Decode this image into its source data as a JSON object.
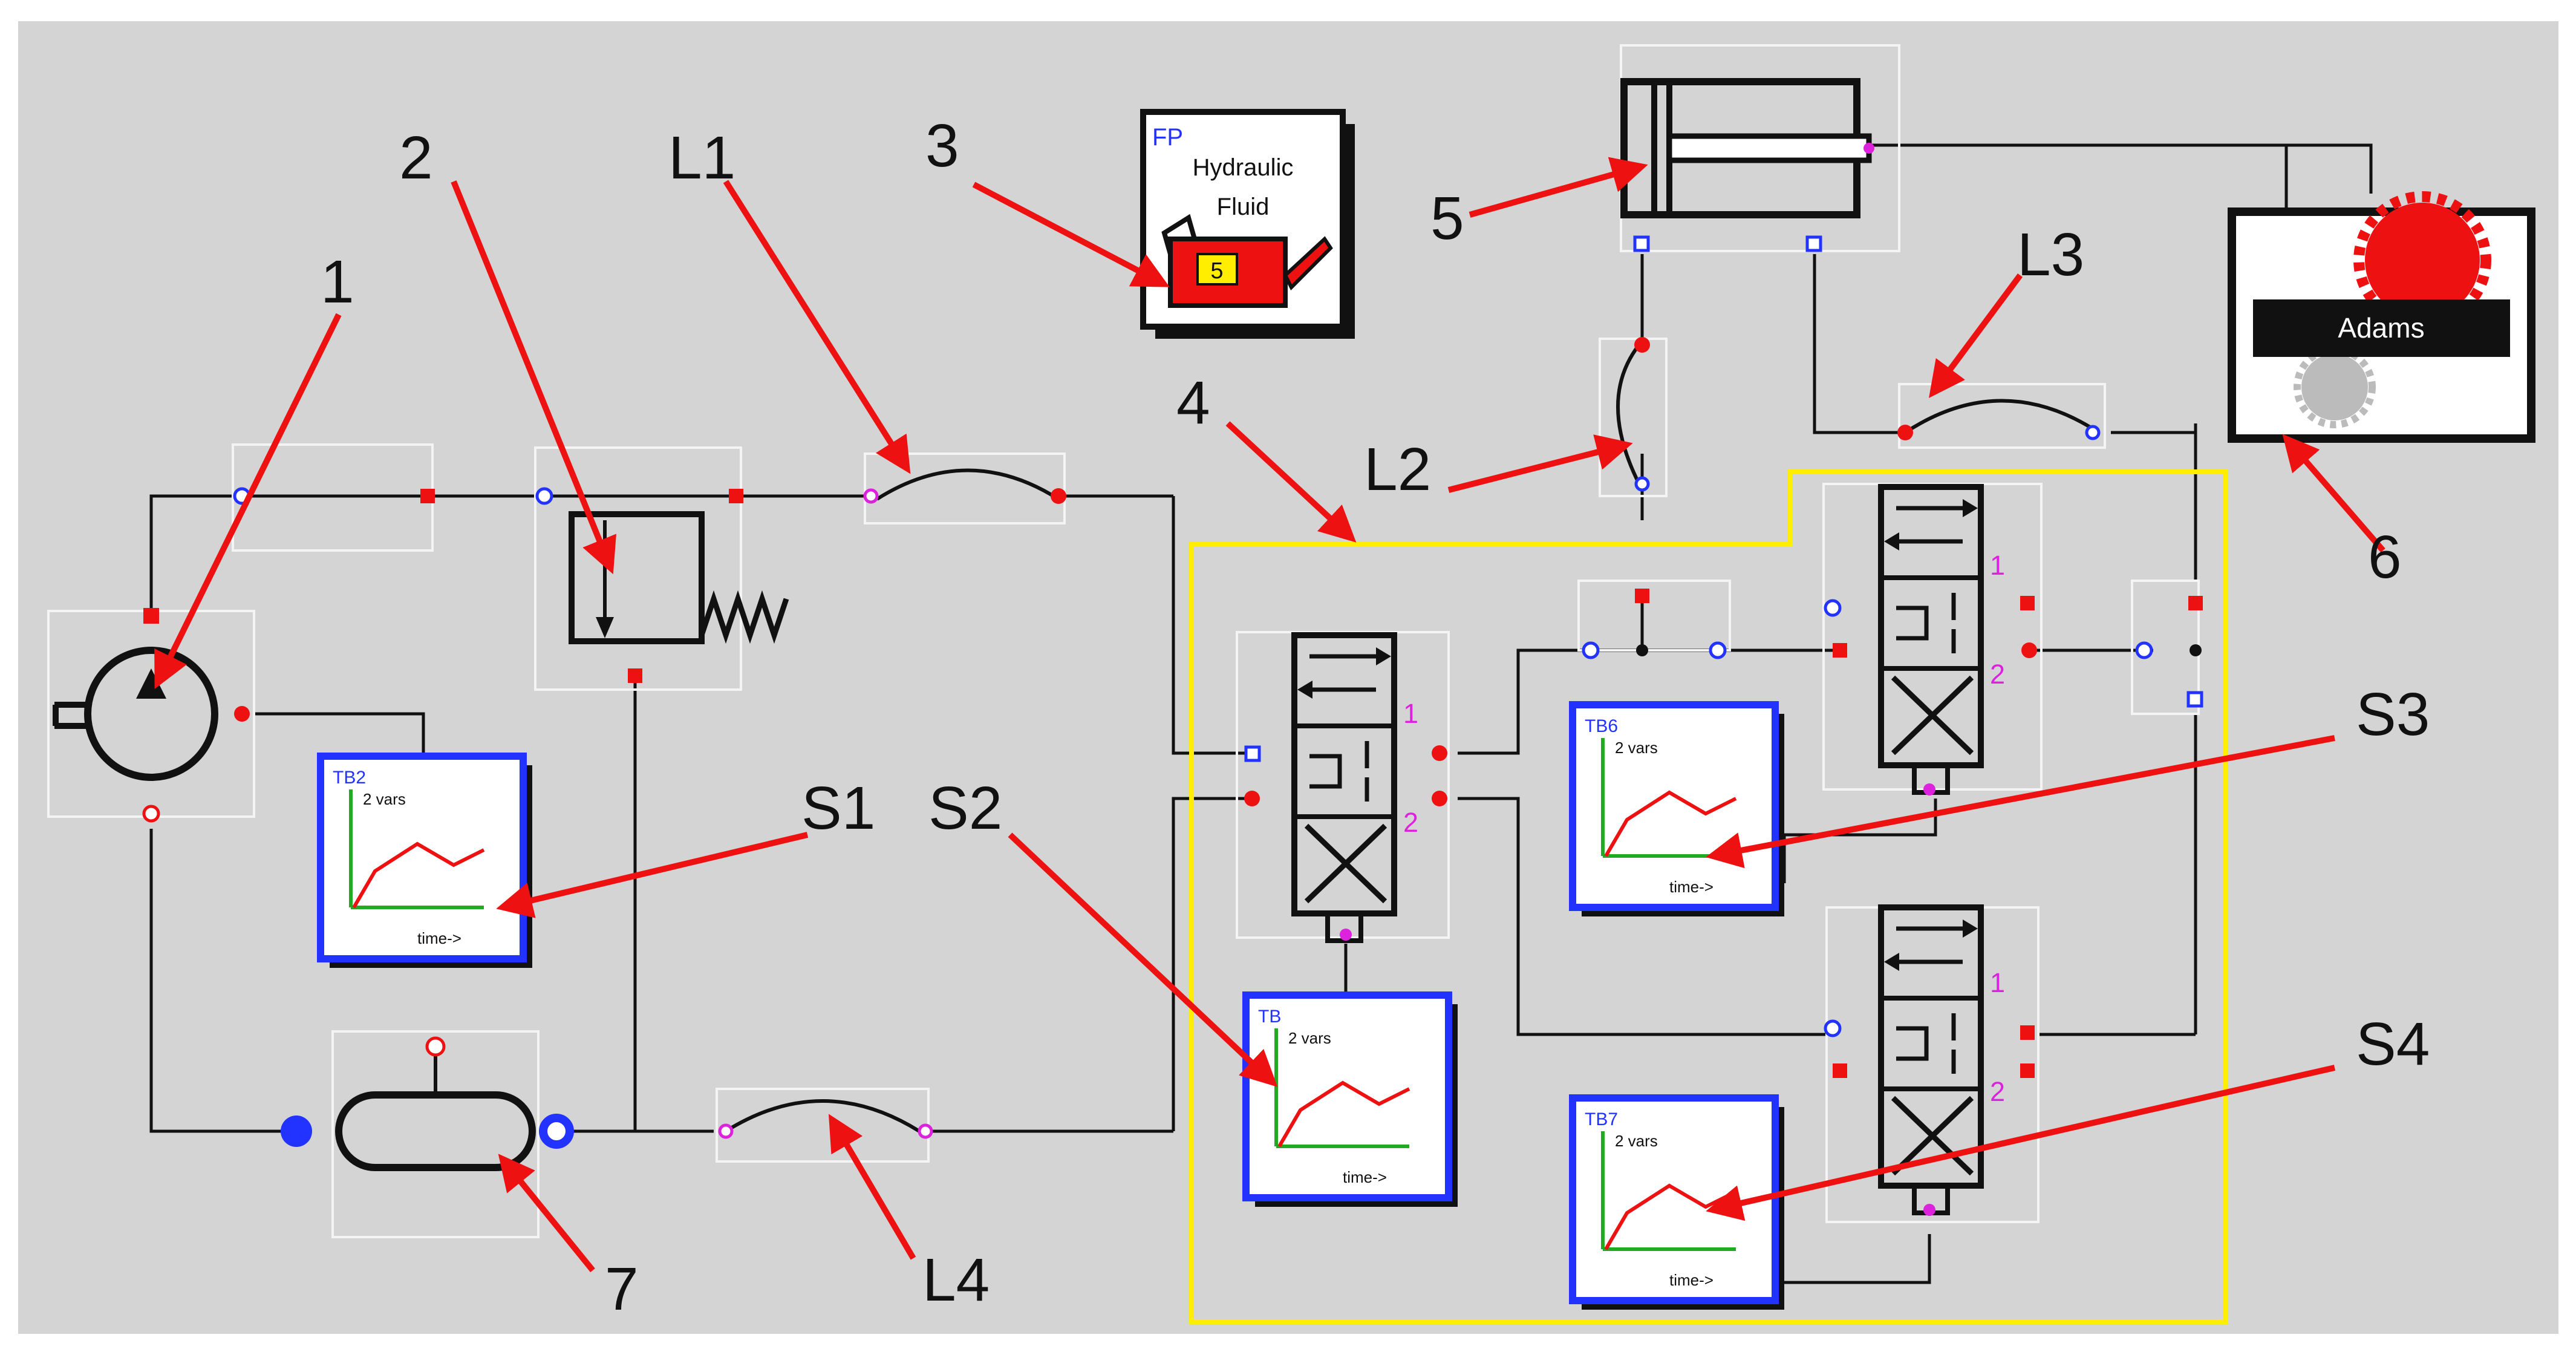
{
  "callouts": {
    "c1": "1",
    "c2": "2",
    "c3": "3",
    "c4": "4",
    "c5": "5",
    "c6": "6",
    "c7": "7",
    "L1": "L1",
    "L2": "L2",
    "L3": "L3",
    "L4": "L4",
    "S1": "S1",
    "S2": "S2",
    "S3": "S3",
    "S4": "S4"
  },
  "fluid": {
    "tag": "FP",
    "name_line1": "Hydraulic",
    "name_line2": "Fluid",
    "value": "5"
  },
  "adams": {
    "label": "Adams"
  },
  "scopes": [
    {
      "tag": "TB2",
      "legend": "2 vars",
      "axis": "time->"
    },
    {
      "tag": "TB",
      "legend": "2 vars",
      "axis": "time->"
    },
    {
      "tag": "TB6",
      "legend": "2 vars",
      "axis": "time->"
    },
    {
      "tag": "TB7",
      "legend": "2 vars",
      "axis": "time->"
    }
  ],
  "valve_ports": {
    "p1": "1",
    "p2": "2"
  },
  "colors": {
    "canvas_bg": "#d4d4d4",
    "callout_arrow": "#ee1111",
    "group_outline": "#ffee00",
    "scope_border": "#2233ff",
    "port_red": "#ee1111",
    "port_blue": "#2233ff",
    "port_magenta": "#dd22dd",
    "trace": "#ee1111",
    "axis": "#22aa22"
  }
}
